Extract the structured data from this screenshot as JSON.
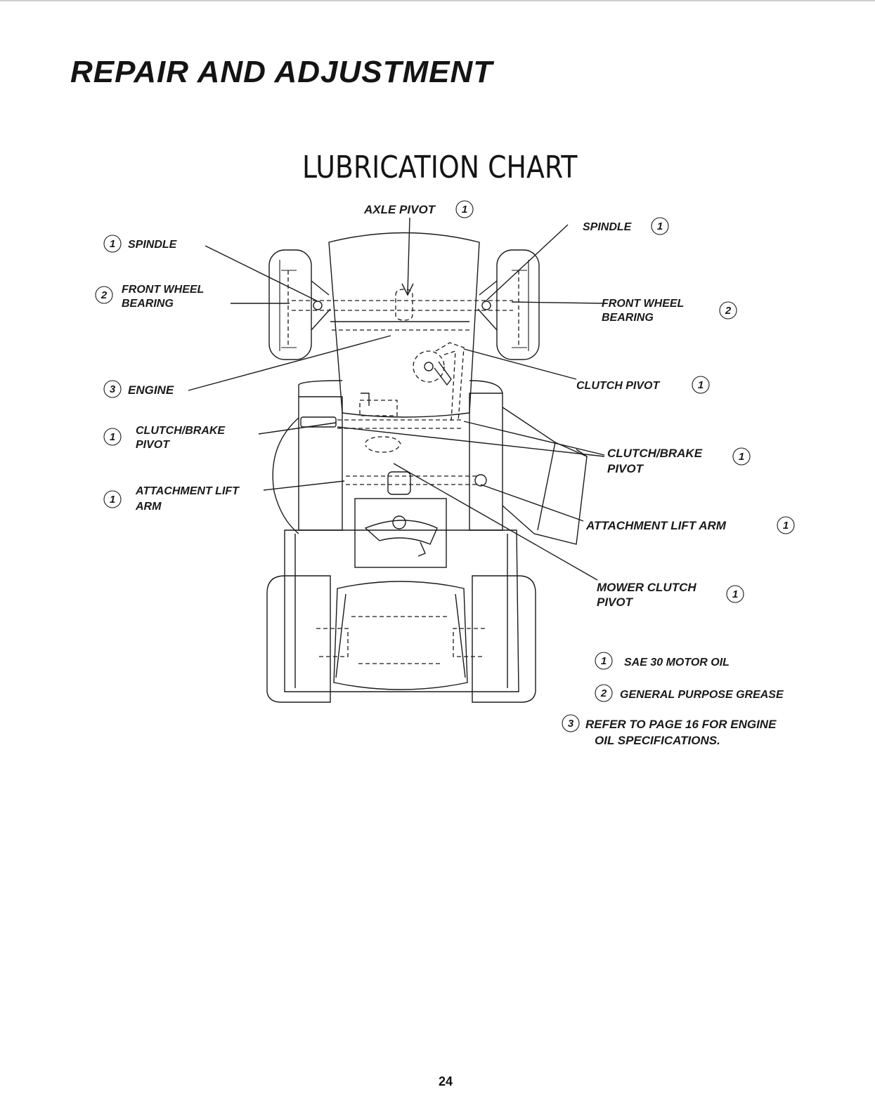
{
  "section_title": "REPAIR AND ADJUSTMENT",
  "chart_title": "LUBRICATION CHART",
  "callouts": {
    "axle_pivot": {
      "label": "AXLE PIVOT",
      "num": "1"
    },
    "spindle_left": {
      "label": "SPINDLE",
      "num": "1"
    },
    "spindle_right": {
      "label": "SPINDLE",
      "num": "1"
    },
    "front_wheel_left": {
      "line1": "FRONT WHEEL",
      "line2": "BEARING",
      "num": "2"
    },
    "front_wheel_right": {
      "line1": "FRONT WHEEL",
      "line2": "BEARING",
      "num": "2"
    },
    "engine": {
      "label": "ENGINE",
      "num": "3"
    },
    "clutch_pivot": {
      "label": "CLUTCH PIVOT",
      "num": "1"
    },
    "clutch_brake_left": {
      "line1": "CLUTCH/BRAKE",
      "line2": "PIVOT",
      "num": "1"
    },
    "clutch_brake_right": {
      "line1": "CLUTCH/BRAKE",
      "line2": "PIVOT",
      "num": "1"
    },
    "attachment_lift_left": {
      "line1": "ATTACHMENT LIFT",
      "line2": "ARM",
      "num": "1"
    },
    "attachment_lift_right": {
      "label": "ATTACHMENT LIFT ARM",
      "num": "1"
    },
    "mower_clutch": {
      "line1": "MOWER CLUTCH",
      "line2": "PIVOT",
      "num": "1"
    }
  },
  "legend": [
    {
      "num": "1",
      "line1": "SAE 30 MOTOR OIL",
      "line2": ""
    },
    {
      "num": "2",
      "line1": "GENERAL PURPOSE GREASE",
      "line2": ""
    },
    {
      "num": "3",
      "line1": "REFER TO PAGE 16 FOR ENGINE",
      "line2": "OIL SPECIFICATIONS."
    }
  ],
  "page_number": "24"
}
